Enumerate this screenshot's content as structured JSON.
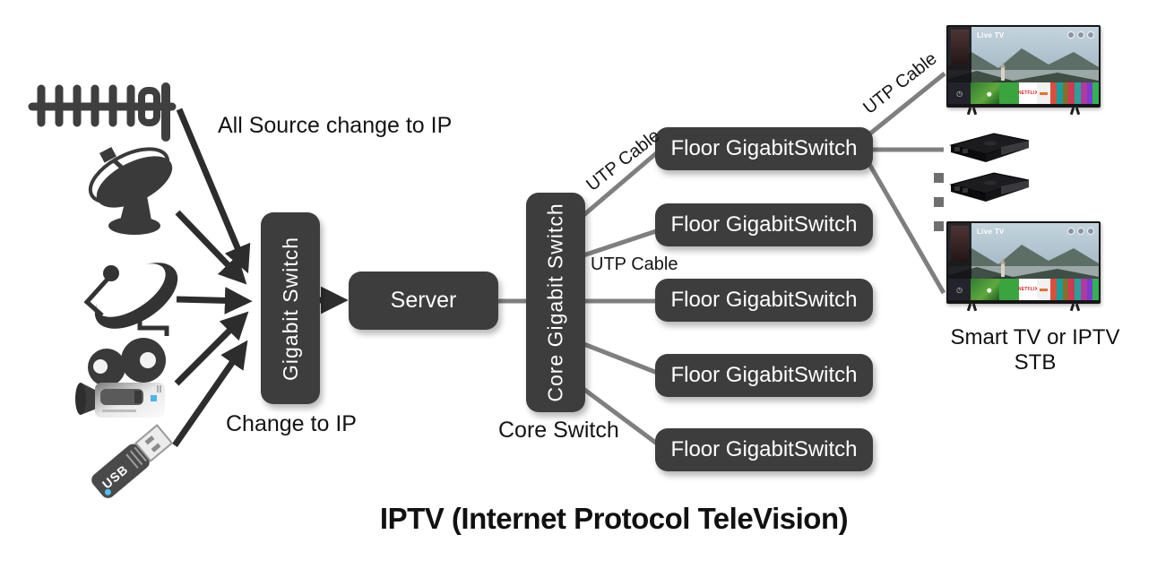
{
  "diagram": {
    "title": "IPTV (Internet Protocol TeleVision)",
    "annotations": {
      "all_source": "All Source change to IP",
      "change_to_ip": "Change to IP",
      "core_switch_caption": "Core Switch",
      "endpoint_caption": "Smart TV or IPTV STB",
      "utp_cable_1": "UTP Cable",
      "utp_cable_2": "UTP Cable",
      "utp_cable_3": "UTP Cable"
    },
    "nodes": {
      "gigabit_switch": {
        "label": "Gigabit Switch"
      },
      "server": {
        "label": "Server"
      },
      "core_switch": {
        "label": "Core Gigabit Switch"
      },
      "floor_switches": [
        {
          "label": "Floor GigabitSwitch"
        },
        {
          "label": "Floor GigabitSwitch"
        },
        {
          "label": "Floor GigabitSwitch"
        },
        {
          "label": "Floor GigabitSwitch"
        },
        {
          "label": "Floor GigabitSwitch"
        }
      ]
    },
    "sources": [
      {
        "icon": "tv-antenna-icon"
      },
      {
        "icon": "satellite-dish-icon"
      },
      {
        "icon": "offset-satellite-dish-icon"
      },
      {
        "icon": "video-camera-icon"
      },
      {
        "icon": "usb-flash-drive-icon"
      }
    ],
    "tv": {
      "overlay_title": "Live TV",
      "netflix_label": "NETFLIX"
    },
    "usb_label": "USB",
    "colors": {
      "node_box": "#3d3d3d",
      "connector_line": "#7f7f7f",
      "arrow": "#2d2d2d",
      "node_text": "#ffffff",
      "label_text": "#141414"
    }
  }
}
